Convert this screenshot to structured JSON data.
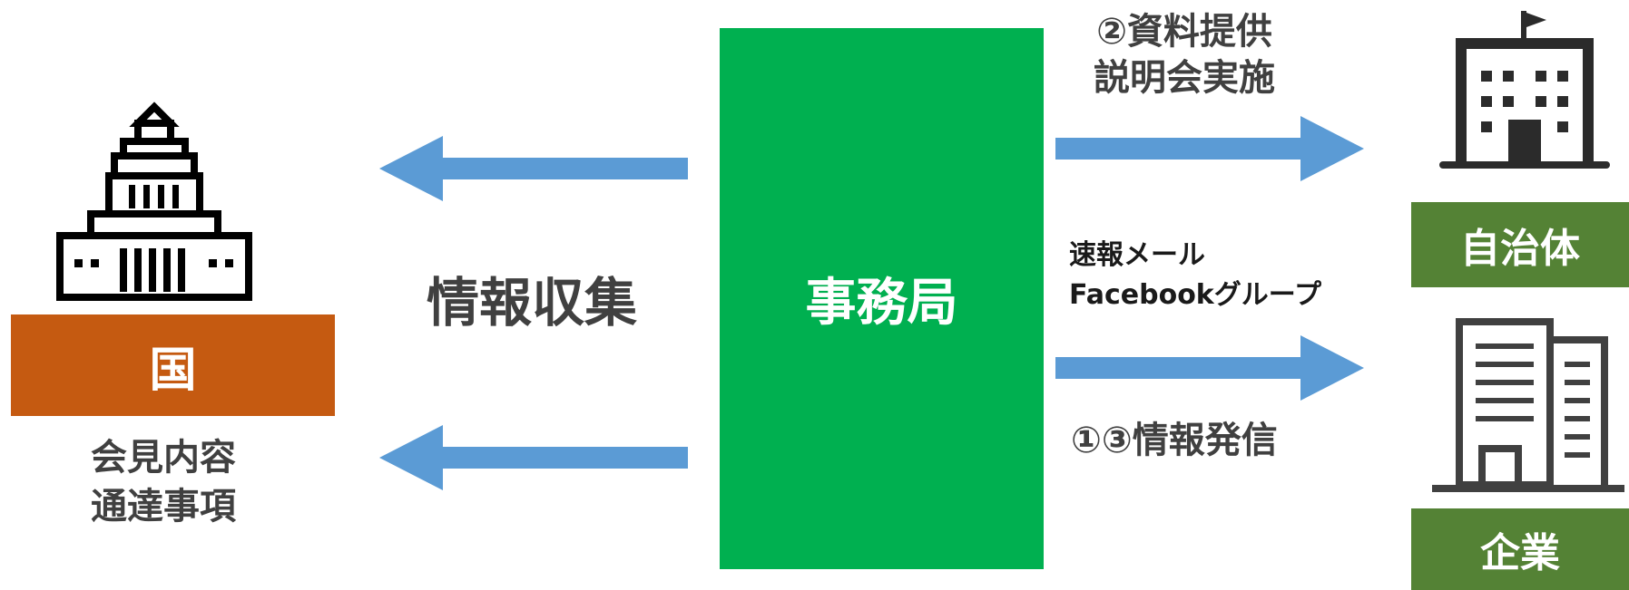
{
  "left": {
    "box_label": "国",
    "caption_lines": [
      "会見内容",
      "通達事項"
    ],
    "box_color": "#c55a11",
    "icon": "capitol-building-icon"
  },
  "center": {
    "label": "事務局",
    "color": "#00b050"
  },
  "middle_label": "情報収集",
  "right_top": {
    "label_lines": [
      "②資料提供",
      "説明会実施"
    ],
    "box_label": "自治体",
    "icon": "city-hall-icon"
  },
  "right_mid": {
    "label_lines": [
      "速報メール",
      "Facebookグループ"
    ]
  },
  "right_bottom": {
    "label": "①③情報発信",
    "box_label": "企業",
    "icon": "office-building-icon"
  },
  "colors": {
    "arrow": "#5b9bd5",
    "green_box": "#548235",
    "text_dark": "#404040",
    "icon_dark": "#2b2b2b"
  }
}
